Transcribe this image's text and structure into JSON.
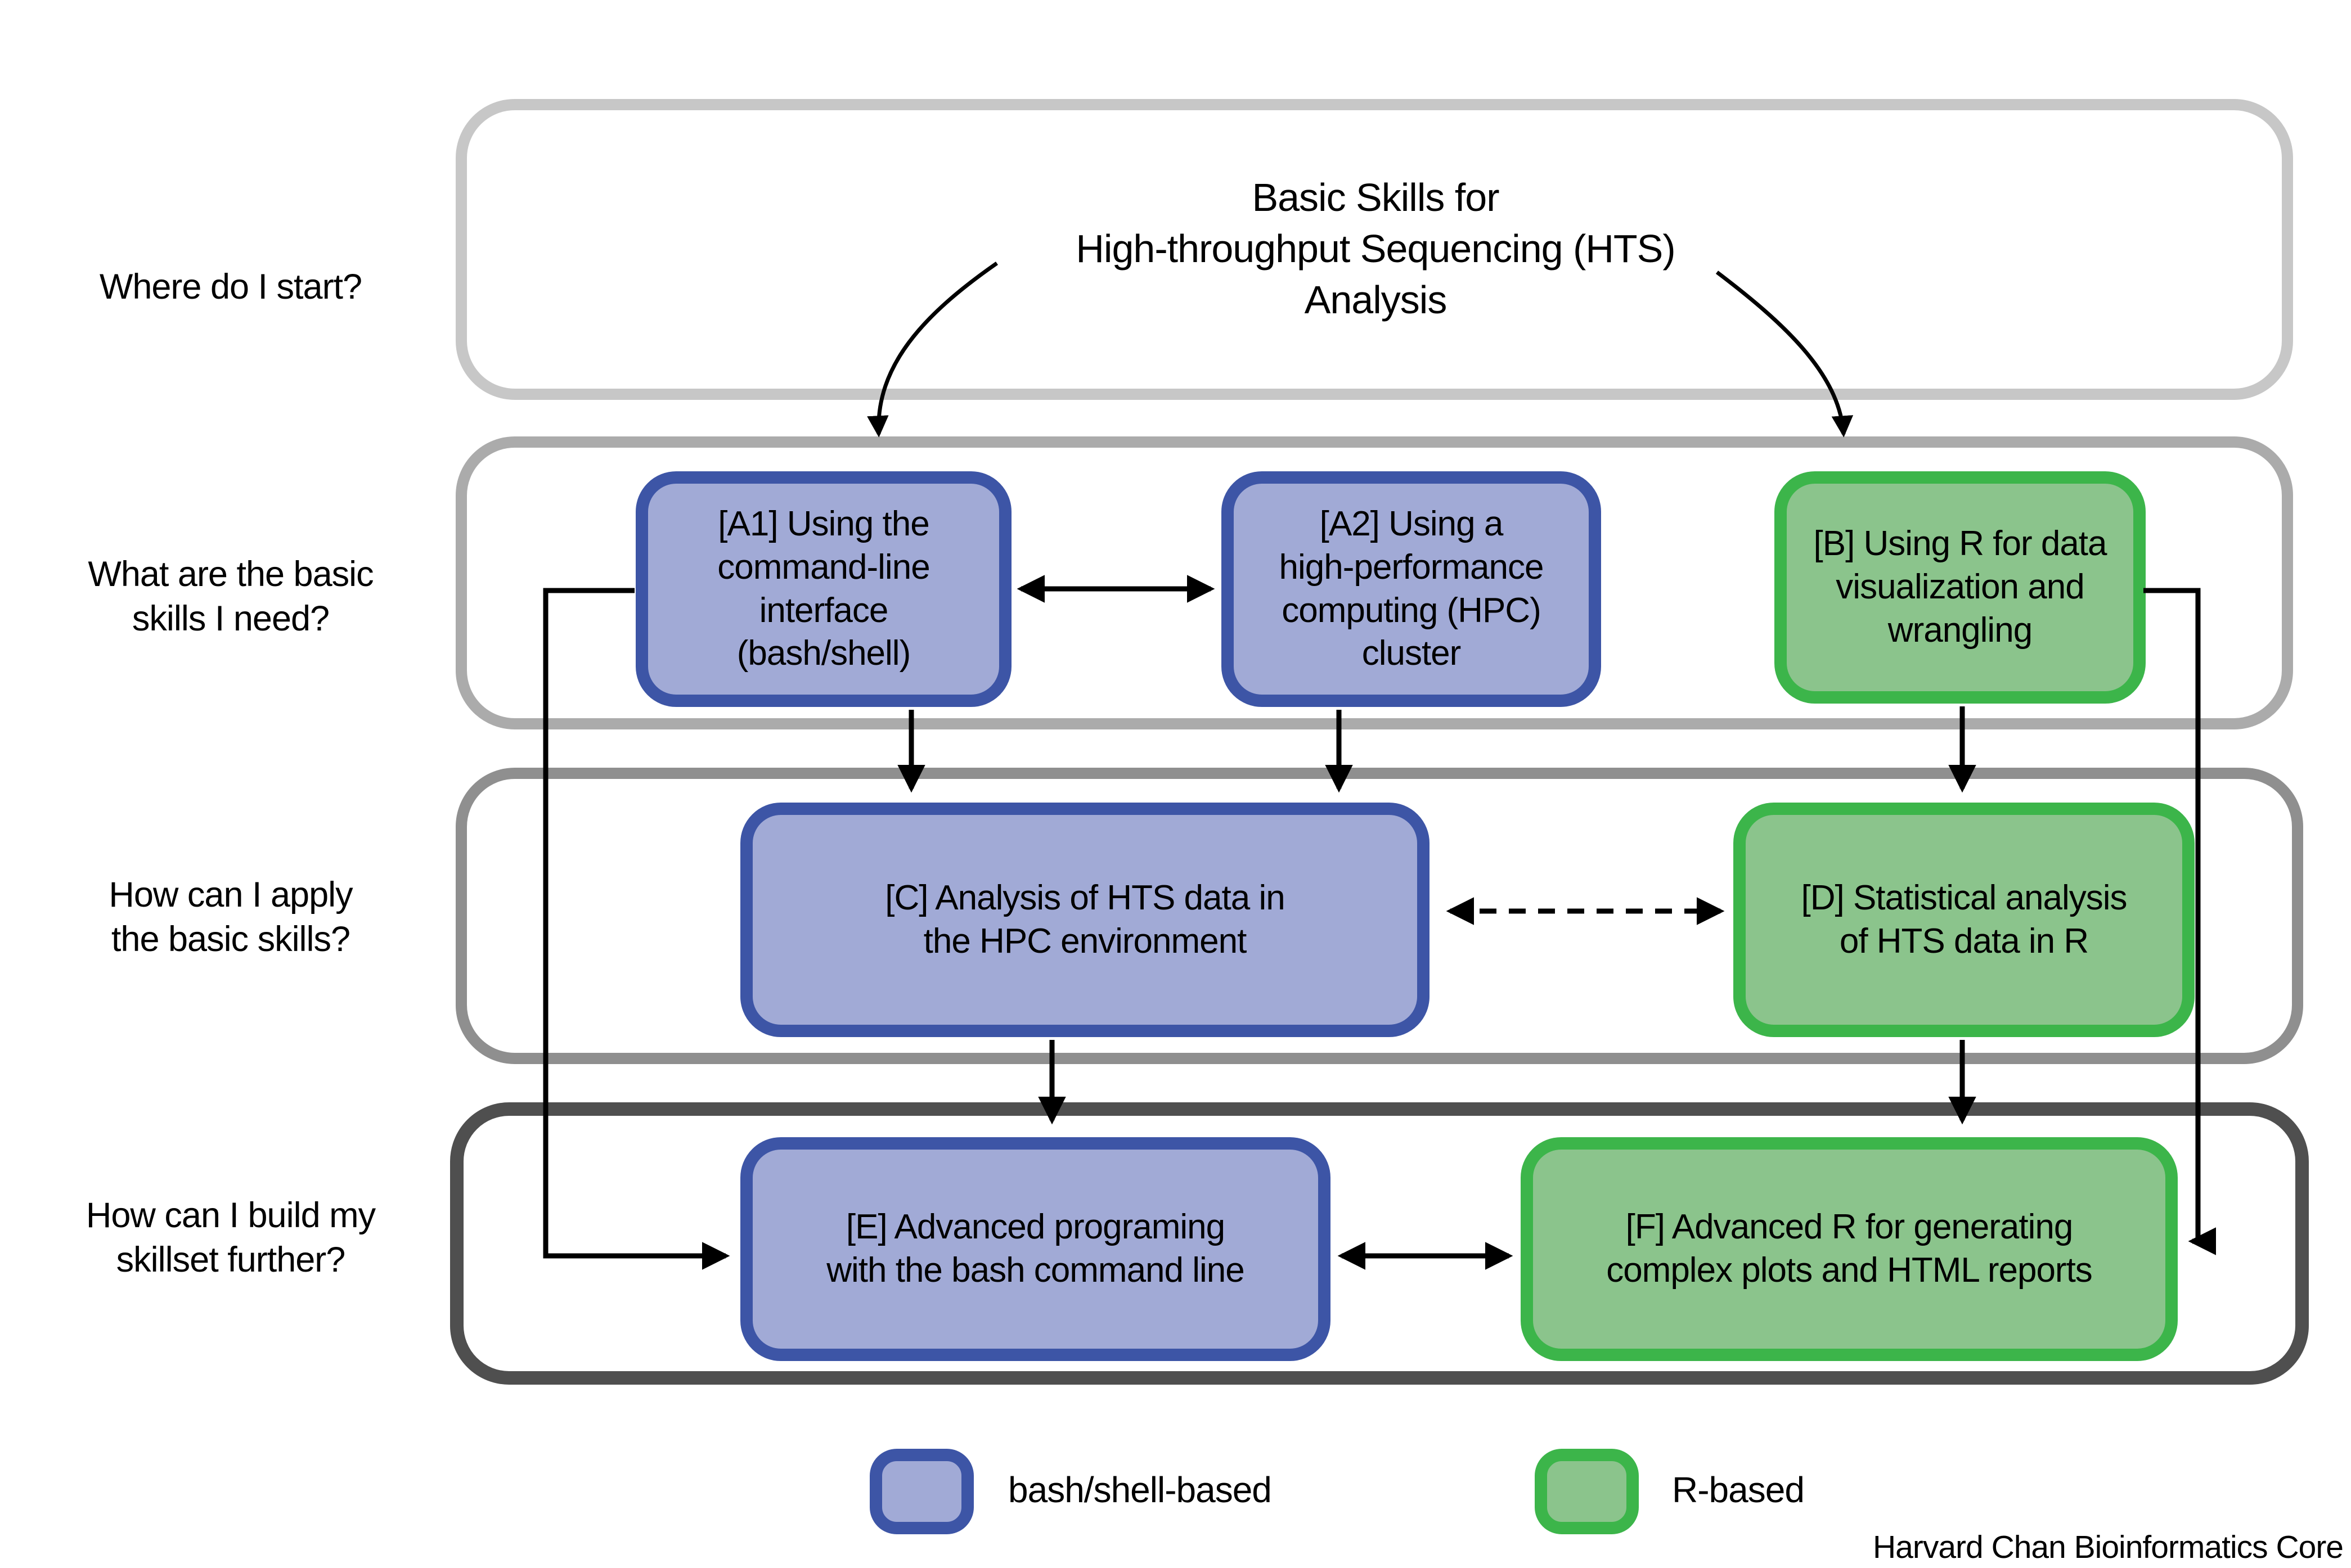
{
  "title": {
    "text": "Basic Skills for\nHigh-throughput Sequencing (HTS)\nAnalysis"
  },
  "rows": [
    {
      "label": "Where do I start?"
    },
    {
      "label": "What are the basic\nskills I need?"
    },
    {
      "label": "How can I apply\nthe basic skills?"
    },
    {
      "label": "How can I build my\nskillset further?"
    }
  ],
  "boxes": [
    {
      "id": "A1",
      "type": "bash",
      "label": "[A1] Using the\ncommand-line\ninterface\n(bash/shell)"
    },
    {
      "id": "A2",
      "type": "bash",
      "label": "[A2] Using a\nhigh-performance\ncomputing (HPC)\ncluster"
    },
    {
      "id": "B",
      "type": "r",
      "label": "[B] Using R for data\nvisualization and\nwrangling"
    },
    {
      "id": "C",
      "type": "bash",
      "label": "[C] Analysis of HTS data in\nthe HPC environment"
    },
    {
      "id": "D",
      "type": "r",
      "label": "[D] Statistical analysis\nof HTS data in R"
    },
    {
      "id": "E",
      "type": "bash",
      "label": "[E] Advanced programing\nwith the bash command line"
    },
    {
      "id": "F",
      "type": "r",
      "label": "[F] Advanced R for generating\ncomplex plots and HTML reports"
    }
  ],
  "legend": {
    "items": [
      {
        "label": "bash/shell-based",
        "type": "bash"
      },
      {
        "label": "R-based",
        "type": "r"
      }
    ]
  },
  "attribution": "Harvard Chan Bioinformatics Core",
  "colors": {
    "bash-fill": "#a1aad6",
    "bash-border": "#3d55a6",
    "r-fill": "#8bc48c",
    "r-border": "#3cb54a",
    "row1-border": "#c7c7c7",
    "row2-border": "#ababab",
    "row3-border": "#8f8f8f",
    "row4-border": "#4f4f4f",
    "connector": "#000000"
  }
}
